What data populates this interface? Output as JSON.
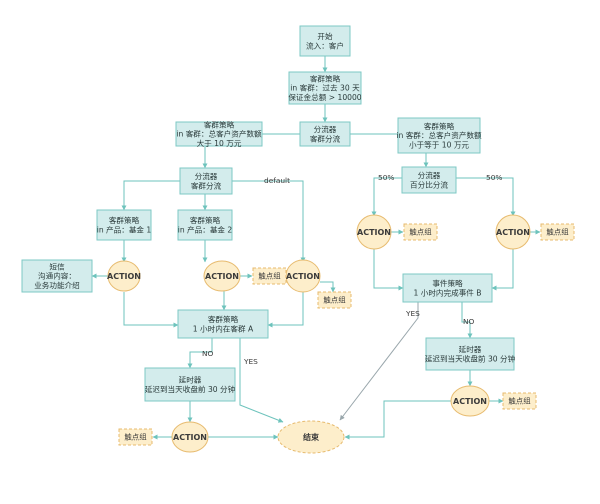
{
  "colors": {
    "box_fill": "#d3ecec",
    "box_stroke": "#7ec8c4",
    "circle_fill": "#fdeecb",
    "circle_stroke": "#e7bb6f",
    "tag_fill": "#fdeecb",
    "tag_stroke": "#e7bb6f",
    "edge": "#6dc3bc",
    "edge_grey": "#9aa7ac"
  },
  "nodes": {
    "start": {
      "lines": [
        "开始",
        "流入：客户"
      ]
    },
    "segment_main": {
      "lines": [
        "客群策略",
        "in 客群：过去 30 天",
        "保证金总额 > 10000"
      ]
    },
    "splitter_main": {
      "lines": [
        "分流器",
        "客群分流"
      ]
    },
    "segment_left": {
      "lines": [
        "客群策略",
        "in 客群：总客户资产数额",
        "大于 10 万元"
      ]
    },
    "segment_right": {
      "lines": [
        "客群策略",
        "in 客群：总客户资产数额",
        "小于等于 10 万元"
      ]
    },
    "splitter_left": {
      "lines": [
        "分流器",
        "客群分流"
      ]
    },
    "splitter_right": {
      "lines": [
        "分流器",
        "百分比分流"
      ]
    },
    "fund1": {
      "lines": [
        "客群策略",
        "in 产品：基金 1"
      ]
    },
    "fund2": {
      "lines": [
        "客群策略",
        "in 产品：基金 2"
      ]
    },
    "sms": {
      "lines": [
        "短信",
        "沟通内容：",
        "业务功能介绍"
      ]
    },
    "event_a": {
      "lines": [
        "客群策略",
        "1 小时内在客群 A"
      ]
    },
    "event_b": {
      "lines": [
        "事件策略",
        "1 小时内完成事件 B"
      ]
    },
    "delay_left": {
      "lines": [
        "延时器",
        "延迟到当天收盘前 30 分钟"
      ]
    },
    "delay_right": {
      "lines": [
        "延时器",
        "延迟到当天收盘前 30 分钟"
      ]
    },
    "action_fund1": {
      "label": "ACTION"
    },
    "action_fund2": {
      "label": "ACTION"
    },
    "action_default": {
      "label": "ACTION"
    },
    "action_pct_left": {
      "label": "ACTION"
    },
    "action_pct_right": {
      "label": "ACTION"
    },
    "action_delay_left": {
      "label": "ACTION"
    },
    "action_delay_right": {
      "label": "ACTION"
    },
    "end": {
      "label": "结束"
    },
    "tag_fund2": {
      "label": "触点组"
    },
    "tag_default": {
      "label": "触点组"
    },
    "tag_pct_left": {
      "label": "触点组"
    },
    "tag_pct_right": {
      "label": "触点组"
    },
    "tag_delay_left": {
      "label": "触点组"
    },
    "tag_delay_right": {
      "label": "触点组"
    }
  },
  "edge_labels": {
    "default": "default",
    "pct_left": "50%",
    "pct_right": "50%",
    "no_a": "NO",
    "yes_a": "YES",
    "yes_b": "YES",
    "no_b": "NO"
  }
}
